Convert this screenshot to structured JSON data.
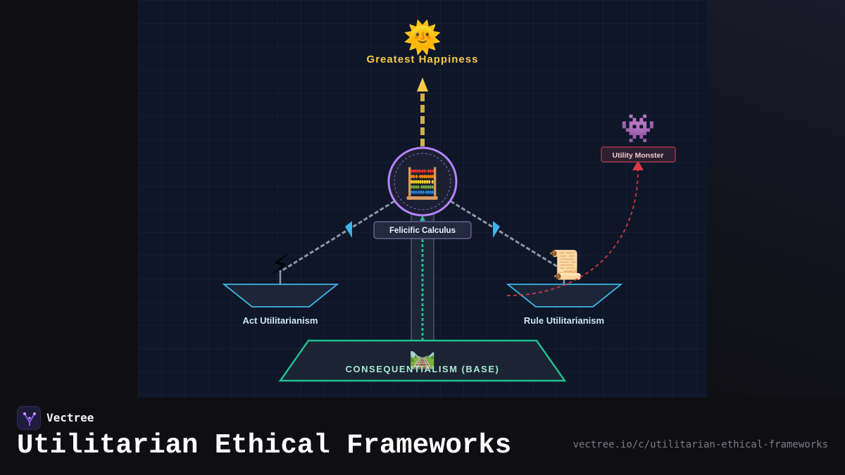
{
  "diagram": {
    "goal": {
      "icon": "🌞",
      "label": "Greatest Happiness"
    },
    "center": {
      "icon": "🧮",
      "label": "Felicific Calculus"
    },
    "left_pan": {
      "icon": "⚡",
      "label": "Act Utilitarianism"
    },
    "right_pan": {
      "icon": "📜",
      "label": "Rule Utilitarianism"
    },
    "monster": {
      "icon": "👾",
      "label": "Utility Monster"
    },
    "base": {
      "icon": "🛤️",
      "label": "CONSEQUENTIALISM (BASE)"
    },
    "colors": {
      "goal": "#f6c94a",
      "center_ring": "#b784ff",
      "pan_stroke": "#3fb4e8",
      "base_stroke": "#1fbf8f",
      "monster_accent": "#d93b45",
      "beam": "#8c97ab"
    }
  },
  "footer": {
    "brand": "Vectree",
    "title": "Utilitarian Ethical Frameworks",
    "url": "vectree.io/c/utilitarian-ethical-frameworks"
  }
}
